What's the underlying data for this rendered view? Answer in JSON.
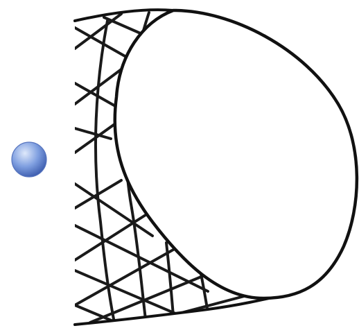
{
  "diagram": {
    "colors": {
      "background": "#ffffff",
      "ink": "#111111",
      "sphere_highlight": "#dfe9fb",
      "sphere_mid": "#7f9fe0",
      "sphere_shadow": "#3f5fb0"
    },
    "elements": [
      "blue-sphere",
      "cone-opening-ellipse",
      "cone-outline",
      "cone-mesh-hatching"
    ]
  }
}
